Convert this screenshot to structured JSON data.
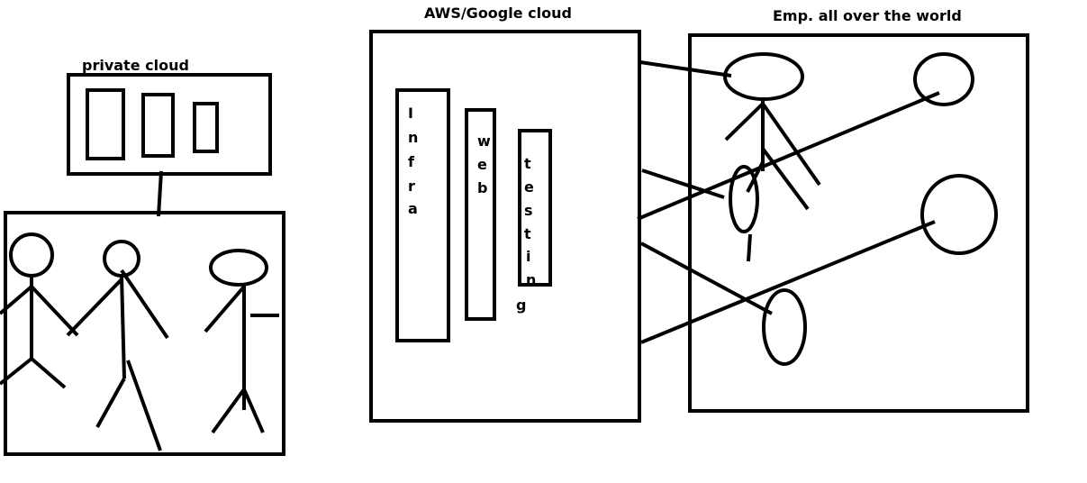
{
  "labels": {
    "private_cloud": "private cloud",
    "public_cloud": "AWS/Google cloud",
    "employees": "Emp. all over the world"
  },
  "services": [
    {
      "name": "infra",
      "letters": [
        "I",
        "n",
        "f",
        "r",
        "a"
      ]
    },
    {
      "name": "web",
      "letters": [
        "w",
        "e",
        "b"
      ]
    },
    {
      "name": "testing",
      "letters": [
        "t",
        "e",
        "s",
        "t",
        "i",
        "n",
        "g"
      ]
    }
  ],
  "colors": {
    "stroke": "#000000",
    "background": "#ffffff"
  }
}
